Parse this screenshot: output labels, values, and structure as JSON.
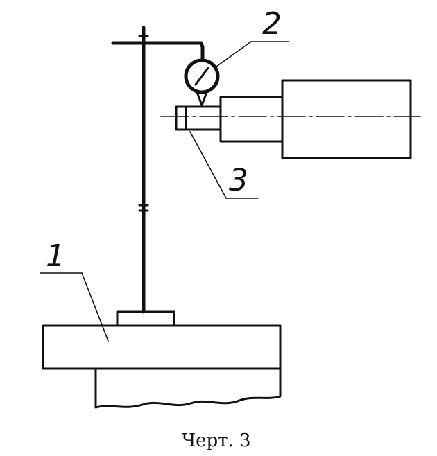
{
  "figure": {
    "caption": "Черт. 3",
    "callouts": [
      {
        "id": "1",
        "text": "1"
      },
      {
        "id": "2",
        "text": "2"
      },
      {
        "id": "3",
        "text": "3"
      }
    ]
  }
}
